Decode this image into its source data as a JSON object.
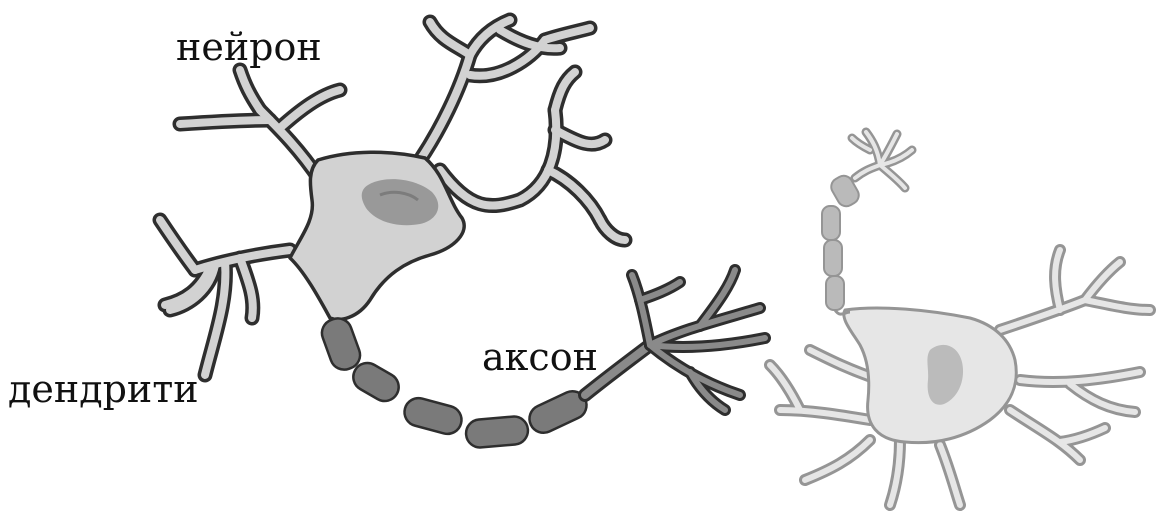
{
  "labels": {
    "neuron": "нейрон",
    "dendrites": "дендрити",
    "axon": "аксон"
  },
  "colors": {
    "background": "#ffffff",
    "outline": "#2e2e2e",
    "cell_fill": "#d2d2d2",
    "nucleus": "#8f8f8f",
    "myelin": "#7a7a7a",
    "faded_outline": "#8a8a8a",
    "faded_fill": "#e4e4e4",
    "faded_nucleus": "#a8a8a8",
    "faded_myelin": "#b3b3b3"
  }
}
